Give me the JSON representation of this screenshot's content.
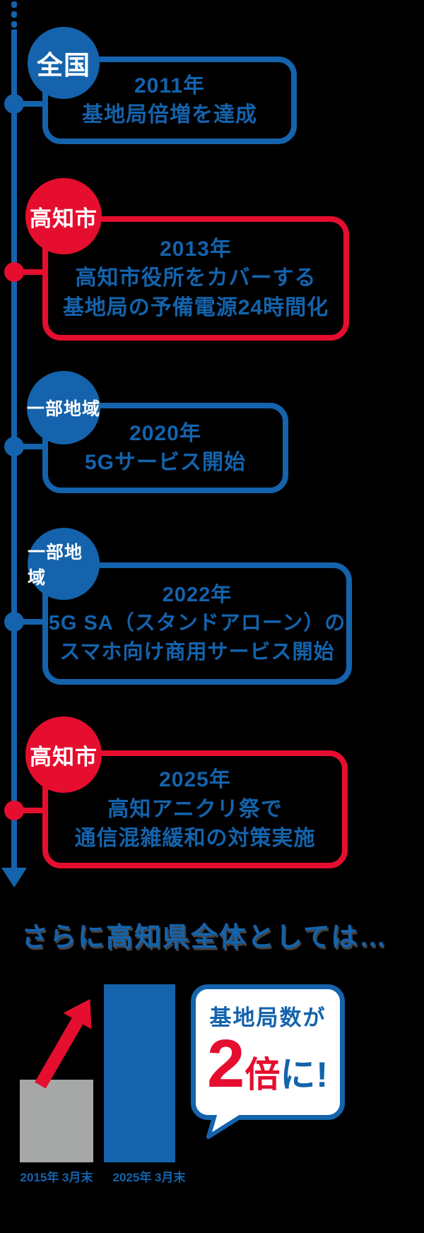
{
  "palette": {
    "blue": "#1463AC",
    "red": "#E50E2F",
    "gray": "#A6A7A7",
    "white": "#FFFFFF",
    "background": "#000000"
  },
  "timeline": {
    "items": [
      {
        "badge": "全国",
        "badge_color": "blue",
        "year": "2011年",
        "line1": "基地局倍増を達成",
        "line2": "",
        "box_color": "blue"
      },
      {
        "badge": "高知市",
        "badge_color": "red",
        "year": "2013年",
        "line1": "高知市役所をカバーする",
        "line2": "基地局の予備電源24時間化",
        "box_color": "red"
      },
      {
        "badge": "一部地域",
        "badge_color": "blue",
        "year": "2020年",
        "line1": "5Gサービス開始",
        "line2": "",
        "box_color": "blue"
      },
      {
        "badge": "一部地域",
        "badge_color": "blue",
        "year": "2022年",
        "line1": "5G SA（スタンドアローン）の",
        "line2": "スマホ向け商用サービス開始",
        "box_color": "blue"
      },
      {
        "badge": "高知市",
        "badge_color": "red",
        "year": "2025年",
        "line1": "高知アニクリ祭で",
        "line2": "通信混雑緩和の対策実施",
        "box_color": "red"
      }
    ]
  },
  "summary": {
    "heading": "さらに高知県全体としては…"
  },
  "chart_data": {
    "type": "bar",
    "categories": [
      "2015年 3月末",
      "2025年 3月末"
    ],
    "values": [
      1,
      2
    ],
    "bar_colors": [
      "#A6A7A7",
      "#1463AC"
    ],
    "title": "",
    "xlabel": "",
    "ylabel": "",
    "legend": false,
    "annotation": {
      "line1": "基地局数が",
      "highlight": "2倍",
      "suffix": "に!"
    }
  }
}
